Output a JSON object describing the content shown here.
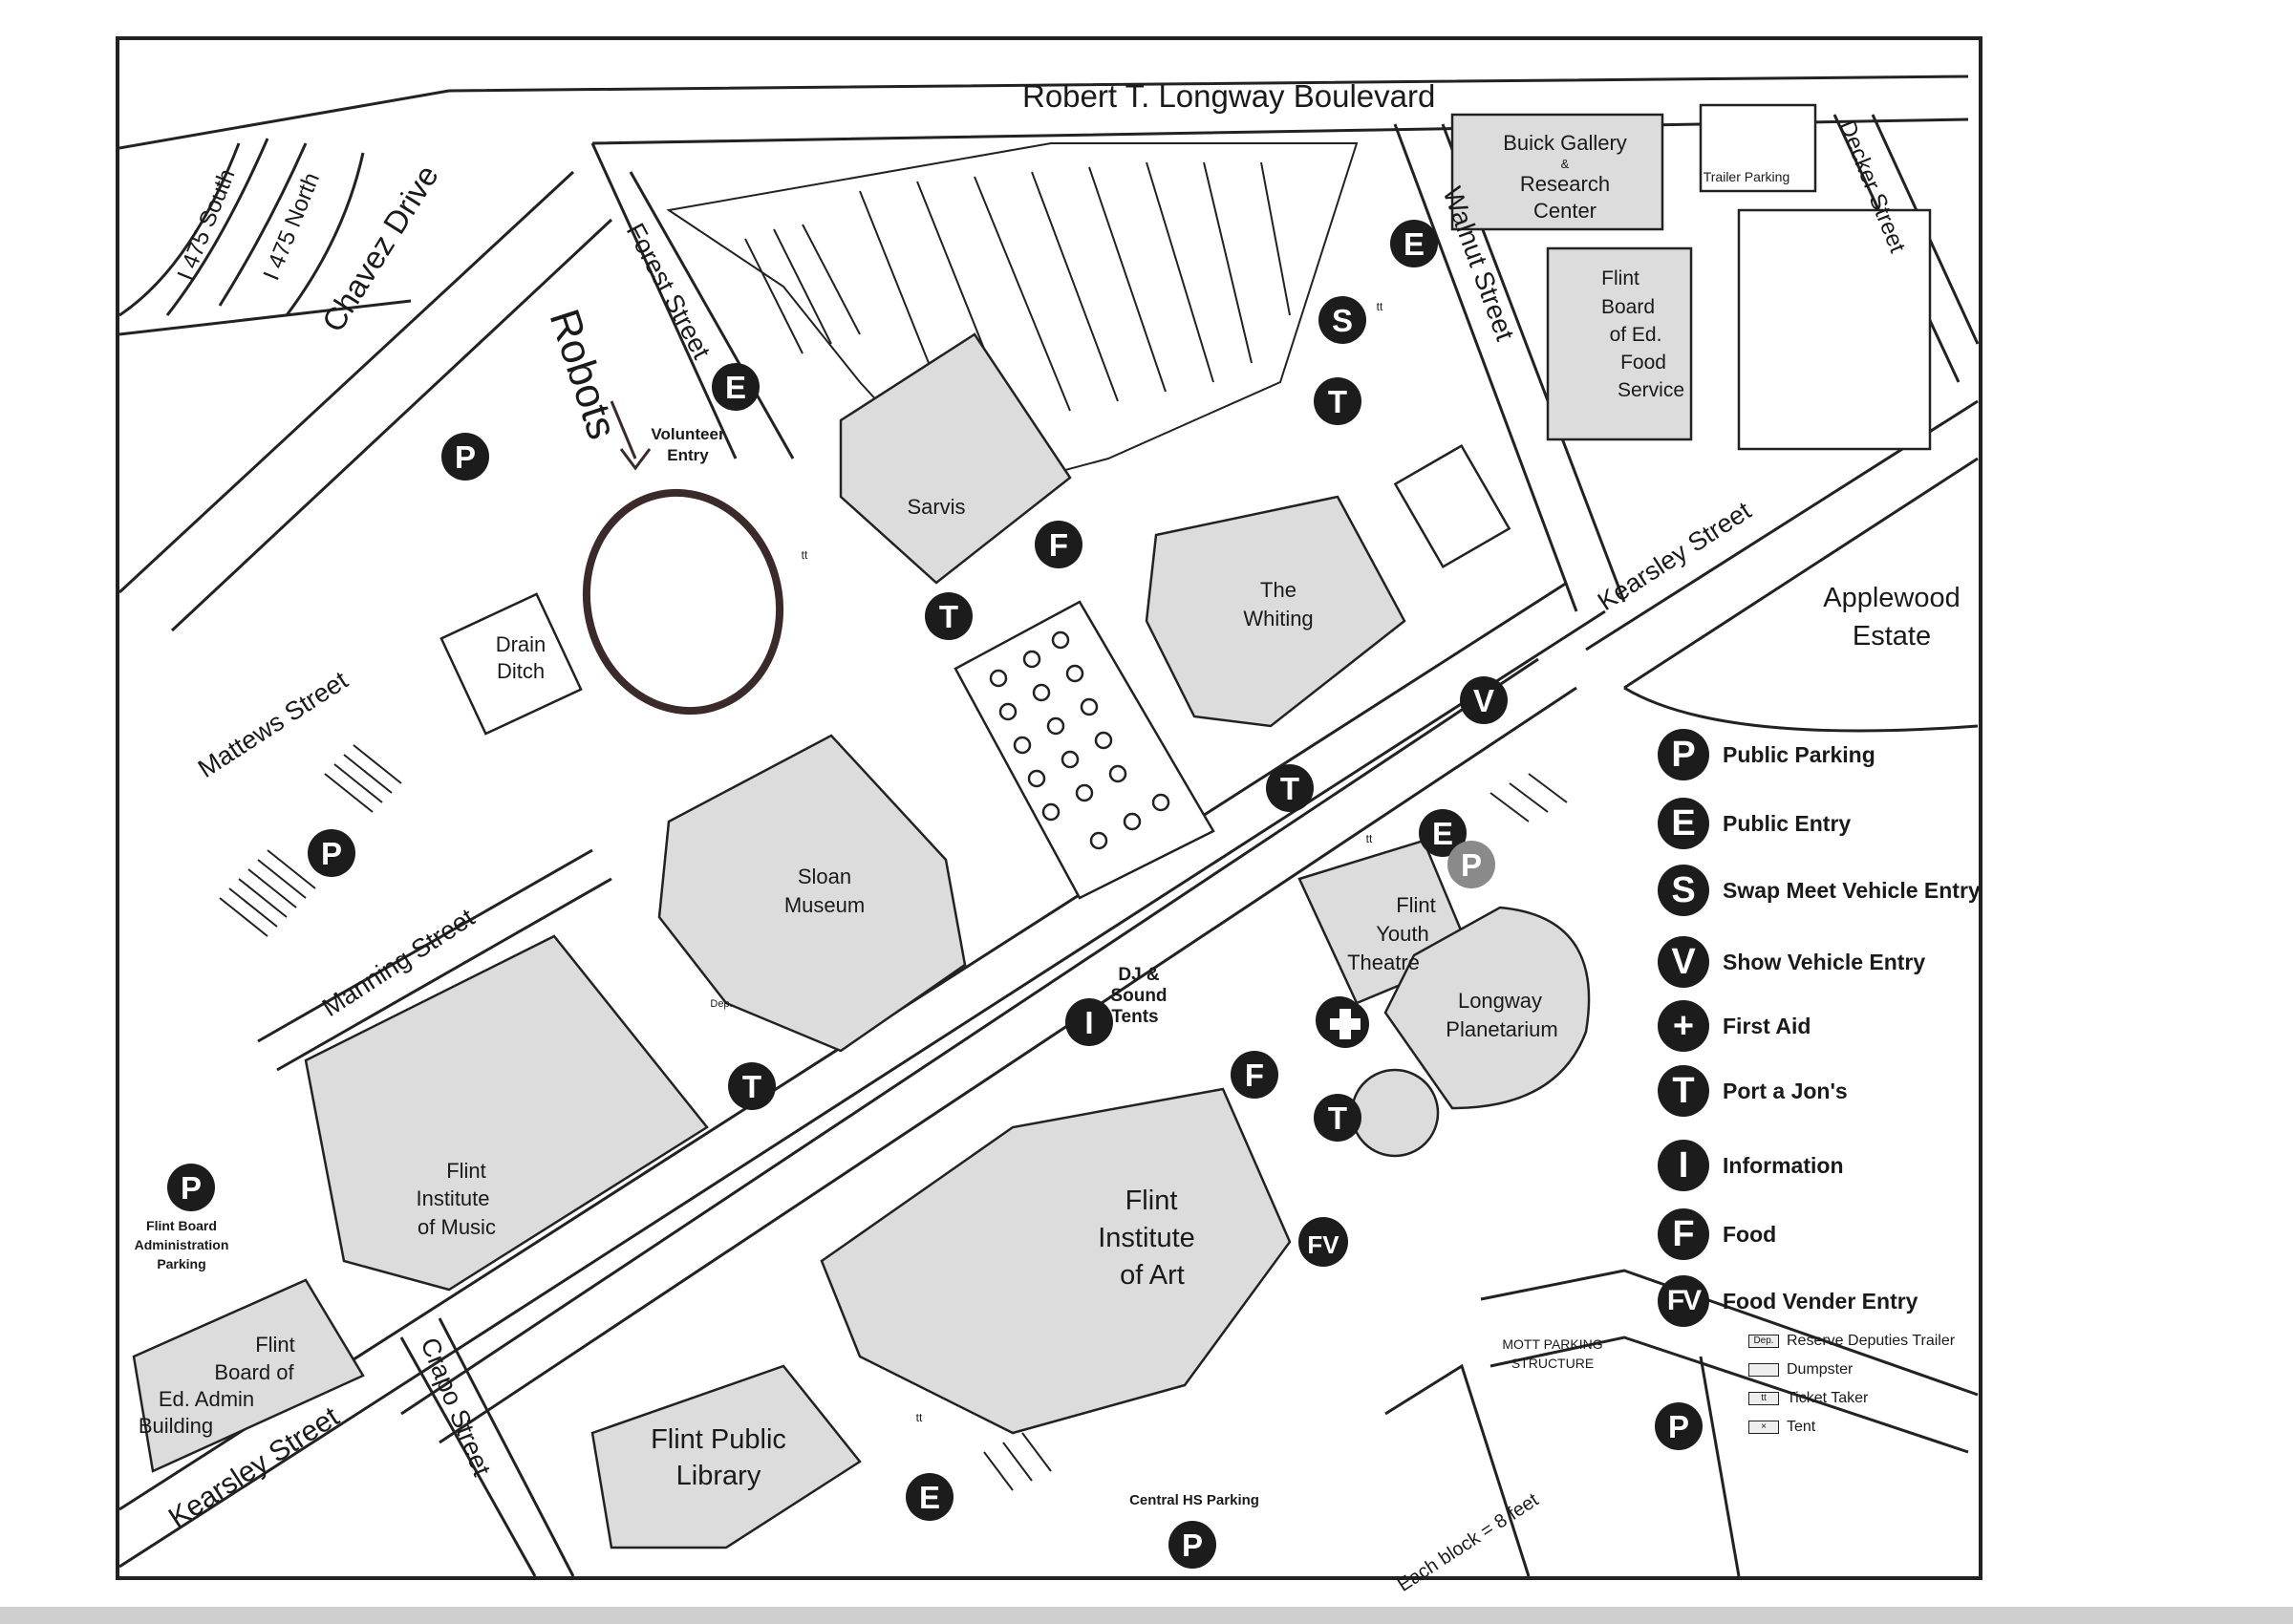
{
  "roads": {
    "longway": "Robert T. Longway Boulevard",
    "chavez": "Chavez Drive",
    "i475s": "I 475 South",
    "i475n": "I 475 North",
    "forest": "Forest Street",
    "walnut": "Walnut Street",
    "decker": "Decker Street",
    "kearsley_e": "Kearsley Street",
    "kearsley_w": "Kearsley Street",
    "mattews": "Mattews Street",
    "manning": "Manning Street",
    "crapo": "Crapo Street"
  },
  "buildings": {
    "buick": [
      "Buick Gallery",
      "&",
      "Research",
      "Center"
    ],
    "trailer": "Trailer Parking",
    "flint_board_food": [
      "Flint",
      "Board",
      "of Ed.",
      "Food",
      "Service"
    ],
    "applewood": [
      "Applewood",
      "Estate"
    ],
    "sarvis": "Sarvis",
    "whiting": [
      "The",
      "Whiting"
    ],
    "drain": [
      "Drain",
      "Ditch"
    ],
    "sloan": [
      "Sloan",
      "Museum"
    ],
    "youth_theatre": [
      "Flint",
      "Youth",
      "Theatre"
    ],
    "planetarium": [
      "Longway",
      "Planetarium"
    ],
    "music": [
      "Flint",
      "Institute",
      "of Music"
    ],
    "art": [
      "Flint",
      "Institute",
      "of Art"
    ],
    "library": [
      "Flint Public",
      "Library"
    ],
    "board_admin": [
      "Flint",
      "Board of",
      "Ed. Admin",
      "Building"
    ],
    "dj": [
      "DJ &",
      "Sound",
      "Tents"
    ],
    "volunteer": [
      "Volunteer",
      "Entry"
    ],
    "board_admin_parking": [
      "Flint Board",
      "Administration",
      "Parking"
    ],
    "mott": [
      "MOTT PARKING",
      "STRUCTURE"
    ],
    "central_hs": "Central HS Parking",
    "scale": "Each block = 8 feet",
    "dep": "Dep.",
    "tt": "tt"
  },
  "annotation": {
    "handwritten": "Robots"
  },
  "markers": [
    {
      "letter": "E"
    },
    {
      "letter": "E"
    },
    {
      "letter": "S"
    },
    {
      "letter": "T"
    },
    {
      "letter": "P"
    },
    {
      "letter": "F"
    },
    {
      "letter": "T"
    },
    {
      "letter": "V"
    },
    {
      "letter": "T"
    },
    {
      "letter": "E"
    },
    {
      "letter": "P"
    },
    {
      "letter": "P"
    },
    {
      "letter": "I"
    },
    {
      "letter": "F"
    },
    {
      "letter": "T"
    },
    {
      "letter": "T"
    },
    {
      "letter": "FV"
    },
    {
      "letter": "P"
    },
    {
      "letter": "E"
    },
    {
      "letter": "P"
    },
    {
      "letter": "P"
    },
    {
      "letter": "P"
    }
  ],
  "legend": {
    "items": [
      {
        "symbol": "P",
        "label": "Public Parking"
      },
      {
        "symbol": "E",
        "label": "Public Entry"
      },
      {
        "symbol": "S",
        "label": "Swap Meet Vehicle Entry"
      },
      {
        "symbol": "V",
        "label": "Show Vehicle Entry"
      },
      {
        "symbol": "+",
        "label": "First Aid"
      },
      {
        "symbol": "T",
        "label": "Port a Jon's"
      },
      {
        "symbol": "I",
        "label": "Information"
      },
      {
        "symbol": "F",
        "label": "Food"
      },
      {
        "symbol": "FV",
        "label": "Food Vender Entry"
      }
    ],
    "small": [
      {
        "icon": "Dep.",
        "label": "Reserve Deputies Trailer"
      },
      {
        "icon": "",
        "label": "Dumpster"
      },
      {
        "icon": "tt",
        "label": "Ticket Taker"
      },
      {
        "icon": "×",
        "label": "Tent"
      }
    ]
  },
  "colors": {
    "building": "#dcdcdc",
    "marker": "#1c1c1c",
    "line": "#222222",
    "circle": "#3a2a2a",
    "grey_marker": "#8a8a8a"
  }
}
